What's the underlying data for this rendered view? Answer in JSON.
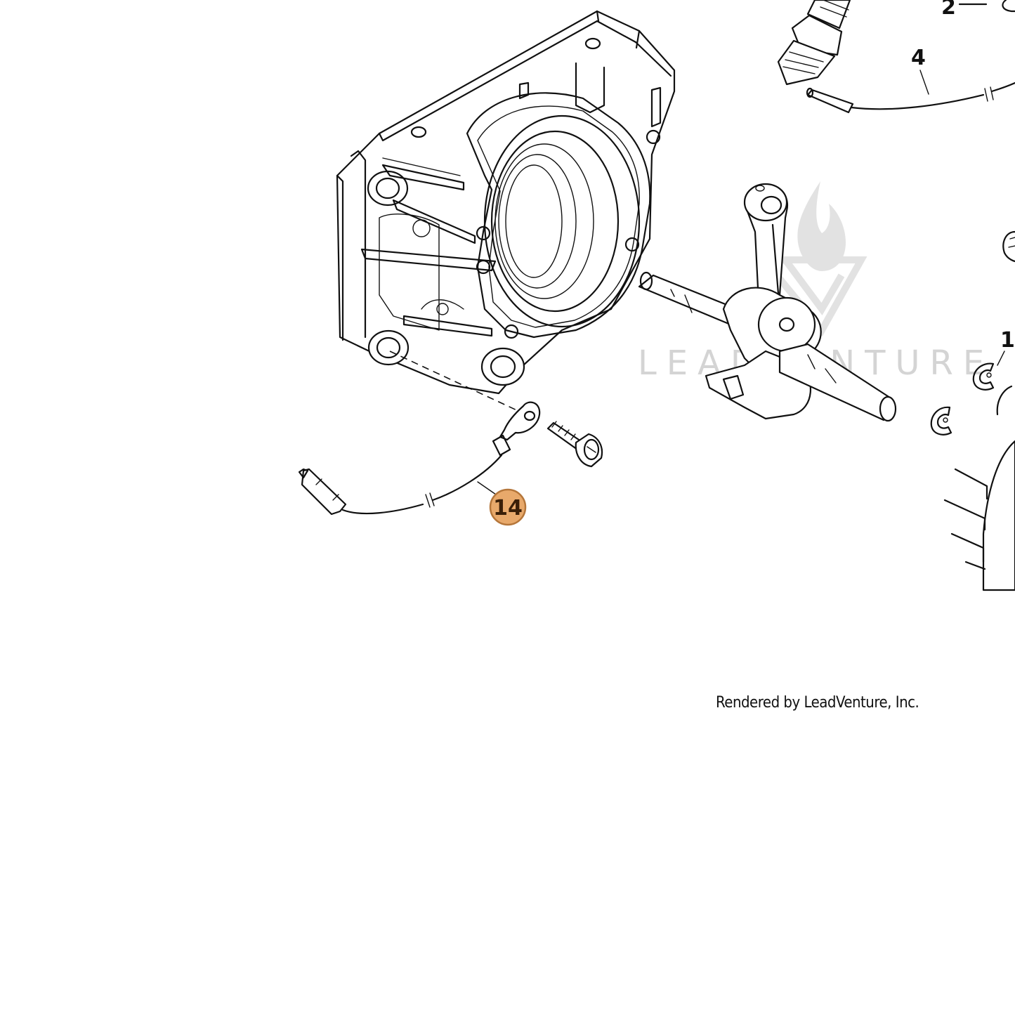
{
  "callouts": {
    "ref_2": "2",
    "ref_4": "4",
    "ref_1": "1",
    "ref_14": "14"
  },
  "watermark": {
    "text": "LEADVENTURE"
  },
  "credit": {
    "text": "Rendered by LeadVenture, Inc."
  },
  "colors": {
    "highlight_fill": "#e8a96b",
    "highlight_stroke": "#b5763a",
    "watermark": "#d4d4d4",
    "line": "#111111"
  }
}
